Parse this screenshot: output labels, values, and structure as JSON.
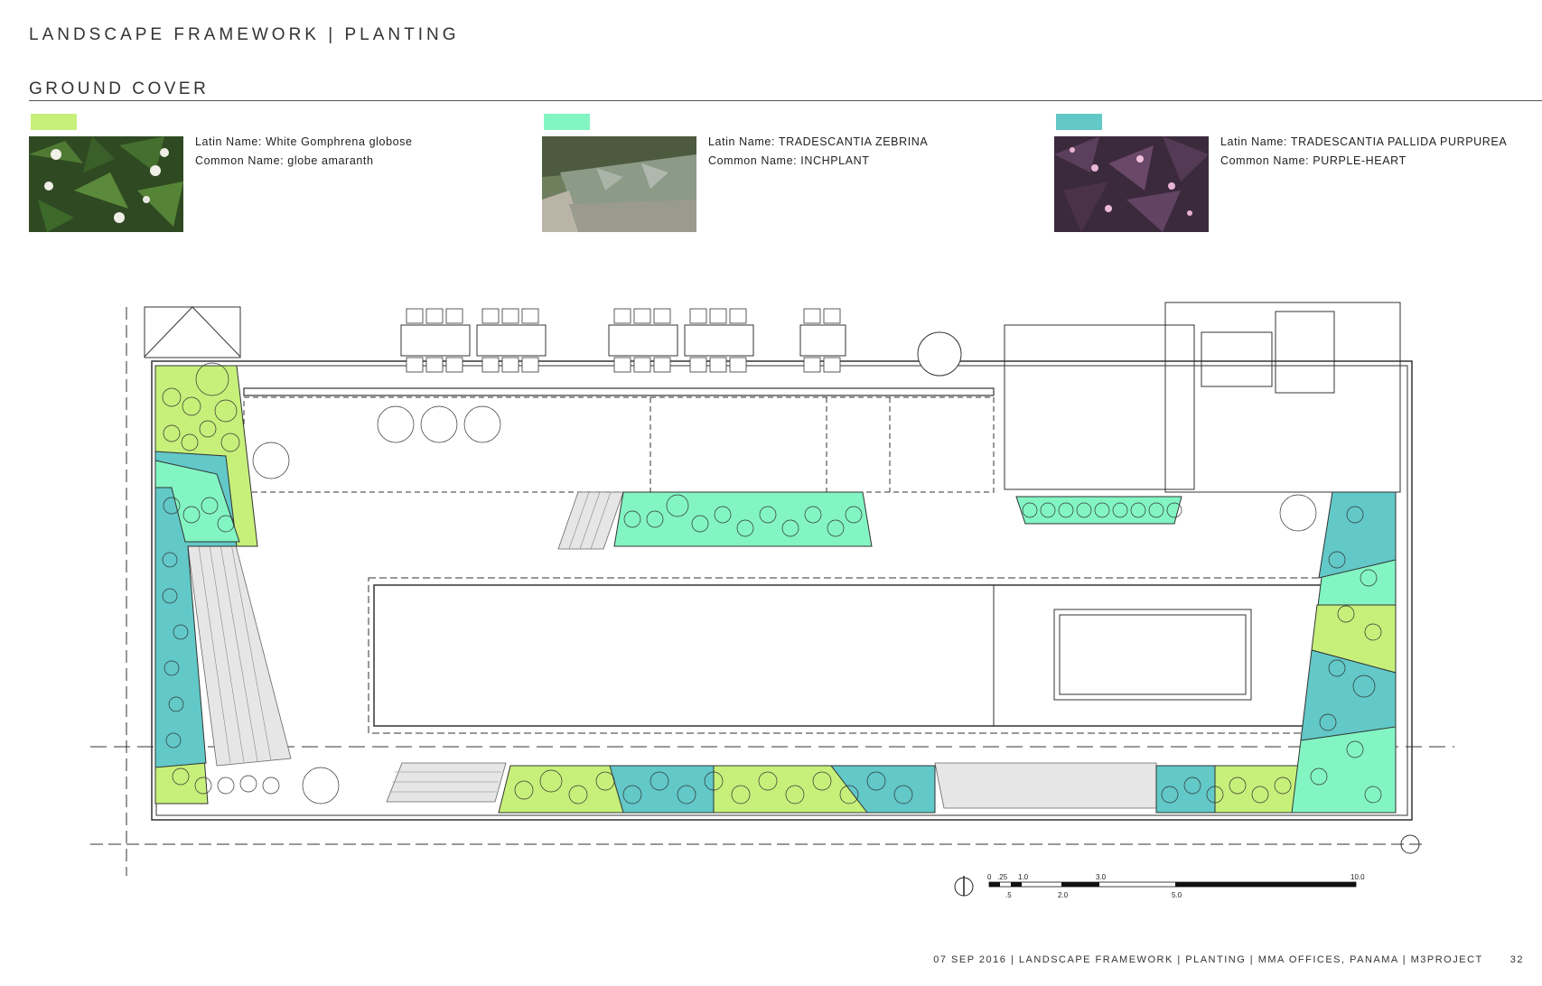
{
  "header": {
    "title": "LANDSCAPE FRAMEWORK  |  PLANTING",
    "section": "GROUND COVER"
  },
  "plants": [
    {
      "latin_label": "Latin Name:",
      "latin": "White Gomphrena globose",
      "common_label": "Common Name:",
      "common": "globe amaranth",
      "color": "#c6f07a"
    },
    {
      "latin_label": "Latin Name:",
      "latin": "TRADESCANTIA ZEBRINA",
      "common_label": "Common Name:",
      "common": "INCHPLANT",
      "color": "#82f5c3"
    },
    {
      "latin_label": "Latin Name:",
      "latin": "TRADESCANTIA PALLIDA PURPUREA",
      "common_label": "Common Name:",
      "common": "PURPLE-HEART",
      "color": "#62c8c8"
    }
  ],
  "scale_bar": {
    "labels": [
      "0",
      ".25",
      ".5",
      "1.0",
      "2.0",
      "3.0",
      "5.0",
      "10.0"
    ]
  },
  "footer": {
    "text": "07 SEP 2016 | LANDSCAPE FRAMEWORK |  PLANTING |  MMA OFFICES, PANAMA | M3PROJECT",
    "page": "32"
  }
}
